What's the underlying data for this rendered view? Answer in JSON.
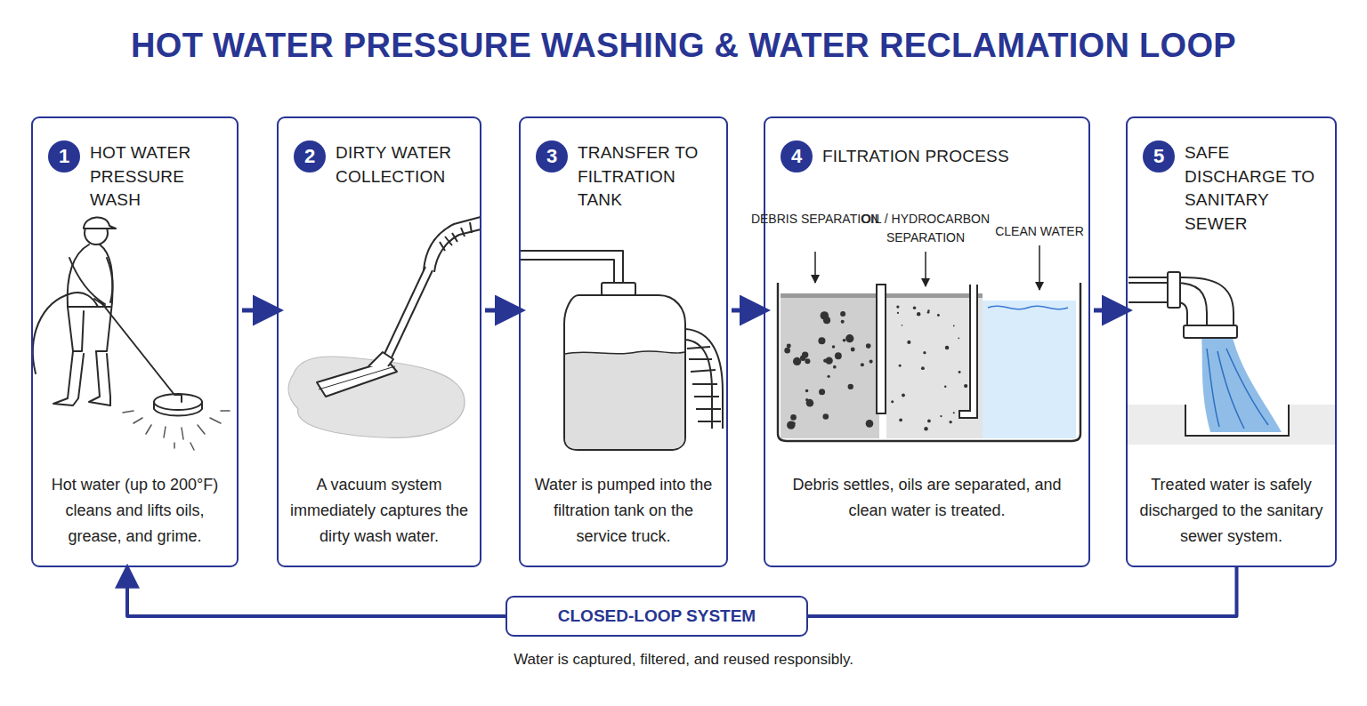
{
  "diagram": {
    "title": "HOT WATER PRESSURE WASHING & WATER RECLAMATION LOOP",
    "caption": "Water is captured, filtered, and reused responsibly.",
    "nodes": [
      {
        "text": [
          "HOT WATER PRESSURE WASH",
          "Hot water (up to 200°F) cleans and lifts oils, grease, and grime."
        ]
      },
      {
        "text": [
          "1"
        ],
        "in": 0
      },
      {
        "text": [
          "DIRTY WATER COLLECTION",
          "A vacuum system immediately captures the dirty wash water."
        ]
      },
      {
        "text": [
          "2"
        ],
        "in": 2
      },
      {
        "text": [
          "TRANSFER TO FILTRATION TANK",
          "Water is pumped into the filtration tank on the service truck."
        ]
      },
      {
        "text": [
          "3"
        ],
        "in": 4
      },
      {
        "text": [
          "FILTRATION PROCESS",
          "Debris settles, oils are separated, and clean water is treated."
        ]
      },
      {
        "text": [
          "4"
        ],
        "in": 6
      },
      {
        "text": [
          "SAFE DISCHARGE TO SANITARY SEWER",
          "Treated water is safely discharged to the sanitary sewer system."
        ]
      },
      {
        "text": [
          "5"
        ],
        "in": 8
      },
      {
        "text": [
          "CLOSED-LOOP SYSTEM"
        ]
      }
    ],
    "edges": [
      {
        "from": 0,
        "to": 2,
        "arrow": "to"
      },
      {
        "from": 2,
        "to": 4,
        "arrow": "to"
      },
      {
        "from": 4,
        "to": 6,
        "arrow": "to"
      },
      {
        "from": 6,
        "to": 8,
        "arrow": "to"
      },
      {
        "from": 8,
        "to": 10,
        "arrow": "none"
      },
      {
        "from": 10,
        "to": 0,
        "arrow": "to"
      }
    ],
    "labels": [
      "DEBRIS SEPARATION",
      "OIL / HYDROCARBON SEPARATION",
      "CLEAN WATER"
    ]
  }
}
